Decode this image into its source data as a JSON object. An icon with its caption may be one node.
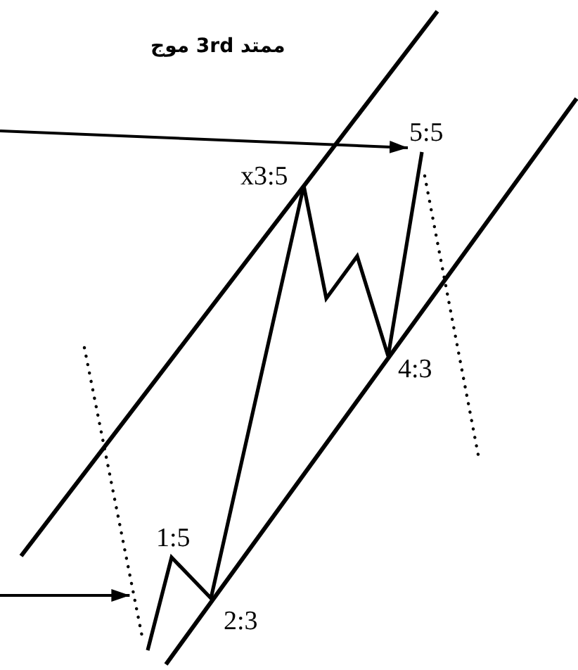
{
  "diagram": {
    "title": "موج 3rd ممتد",
    "nodes": [
      {
        "text": [
          "5:5"
        ]
      },
      {
        "text": [],
        "shape": "line"
      }
    ],
    "edges": [
      {
        "from": null,
        "to": 0,
        "arrow": "to"
      },
      {
        "from": null,
        "to": 1,
        "arrow": "to"
      }
    ],
    "labels": [
      "x3:5",
      "4:3",
      "1:5",
      "2:3"
    ]
  }
}
